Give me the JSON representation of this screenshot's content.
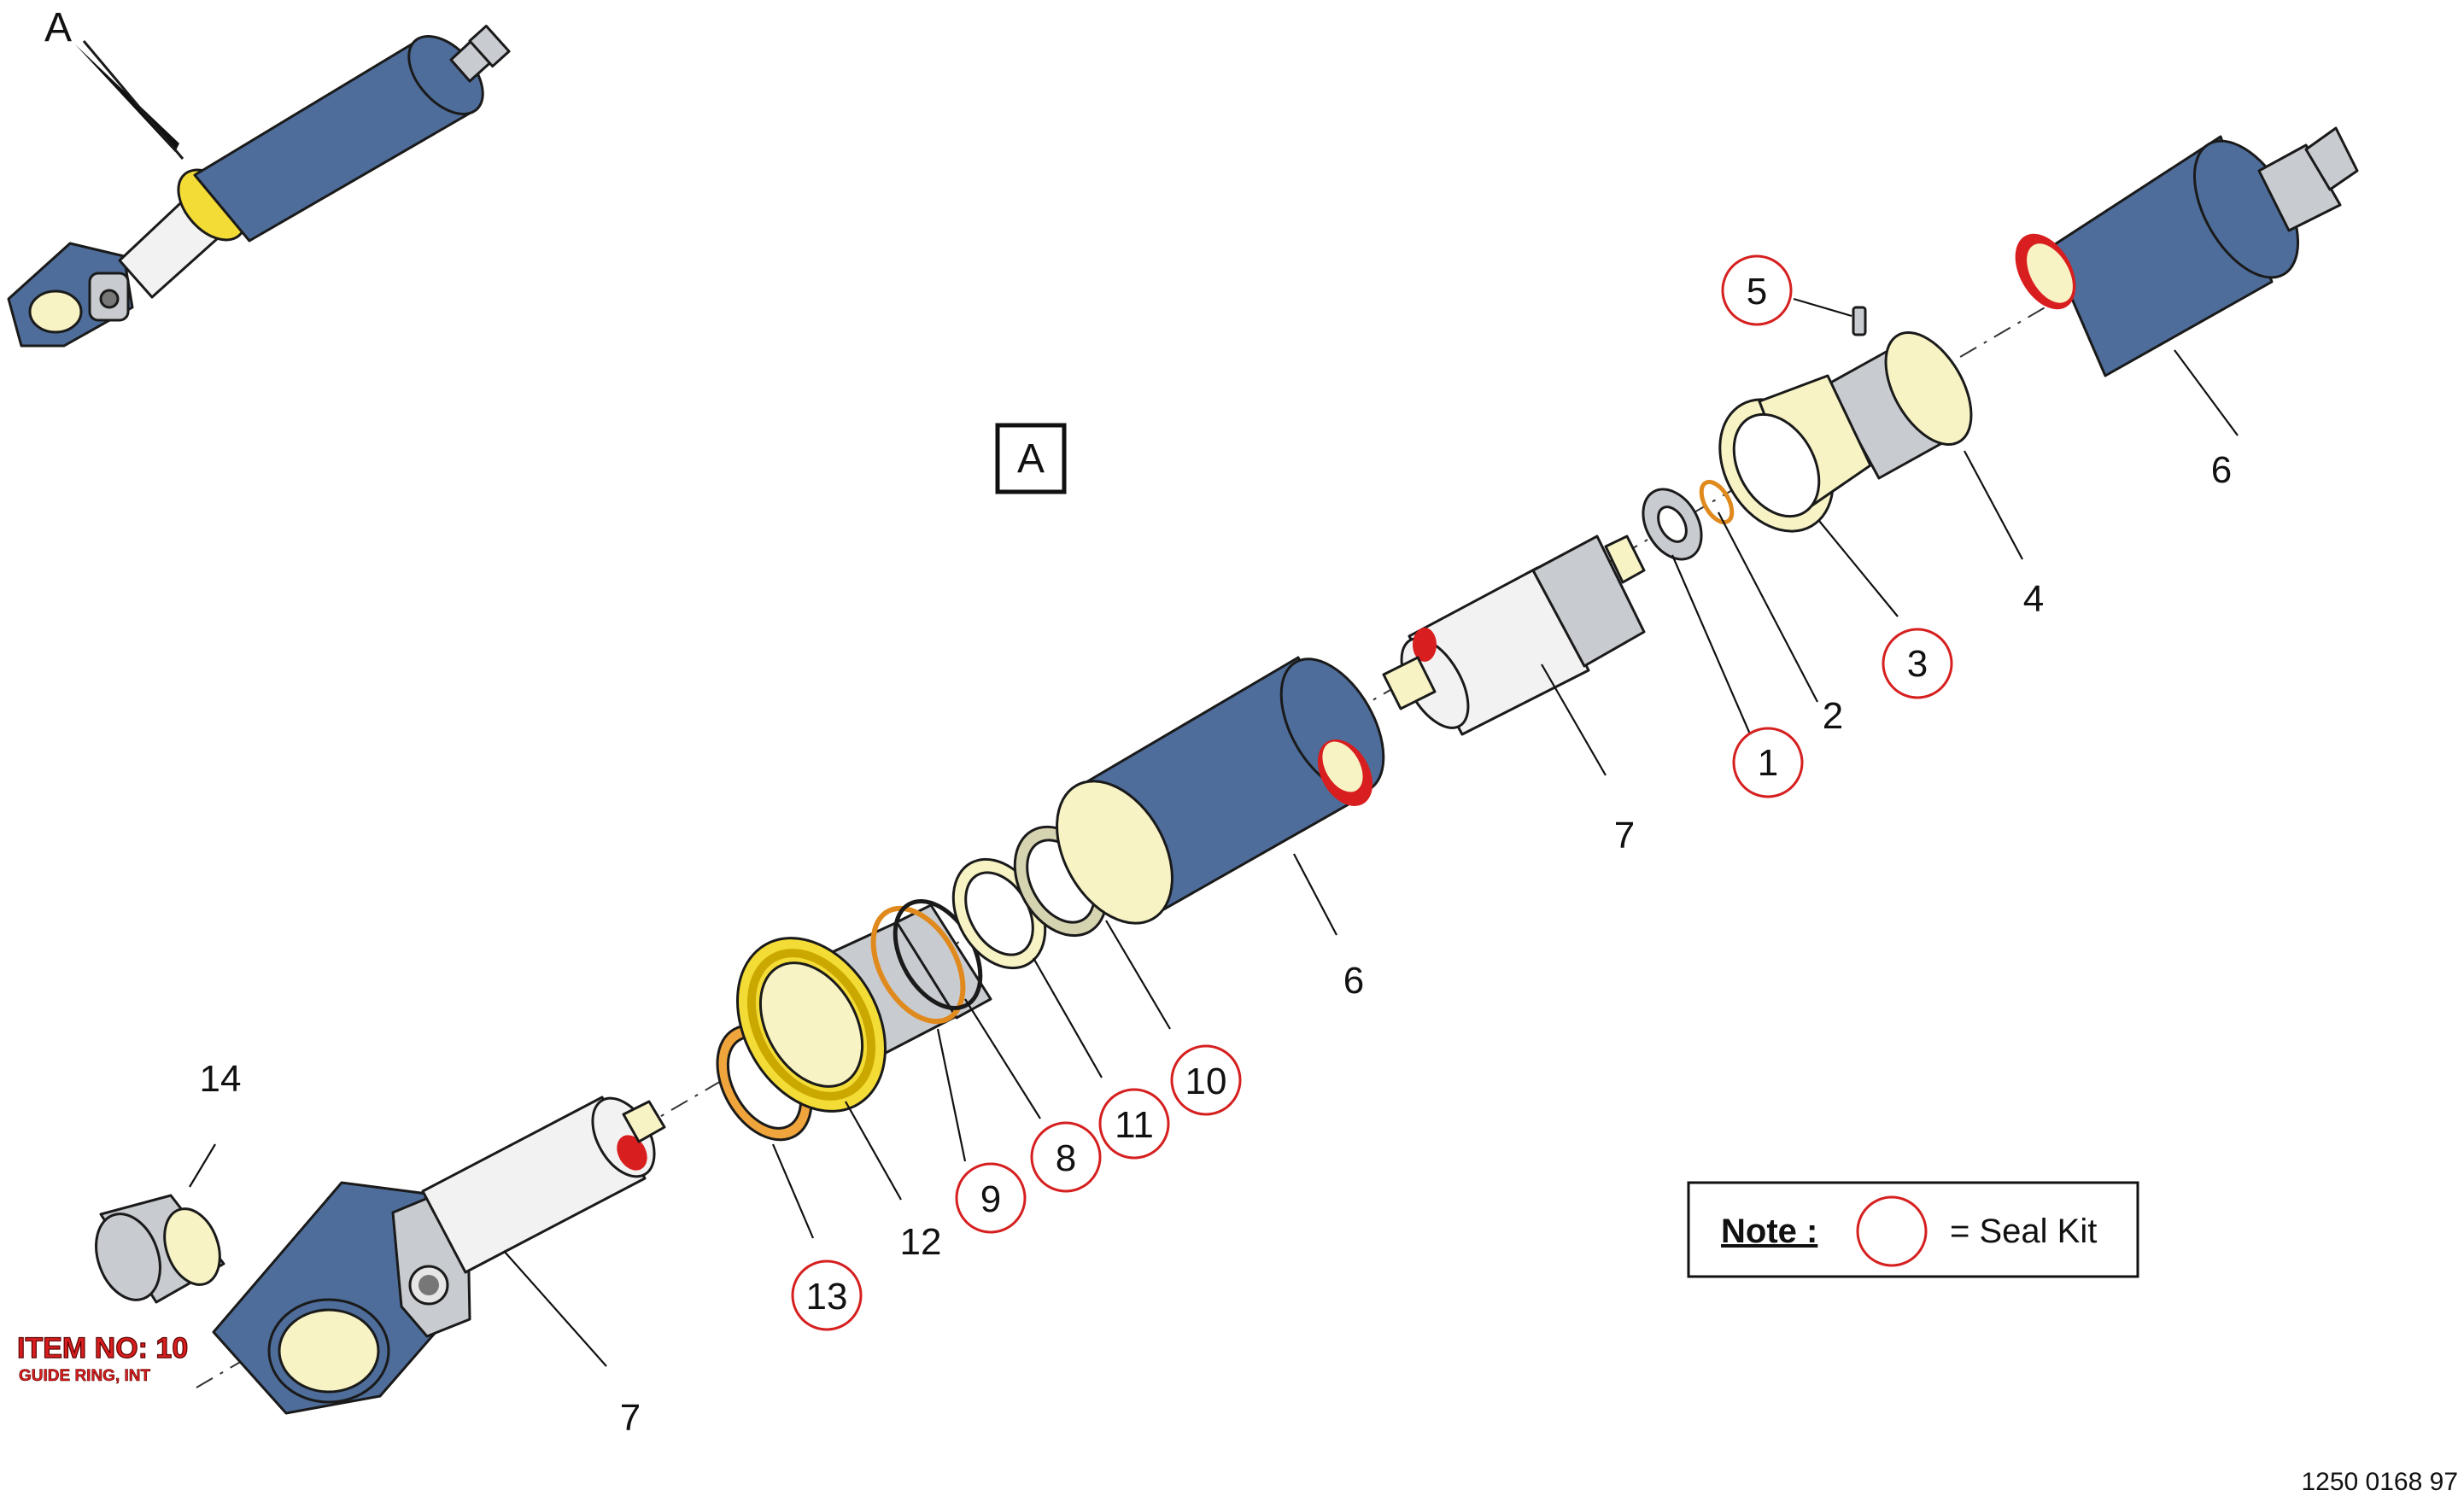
{
  "view_label": "A",
  "view_box_label": "A",
  "callouts": {
    "c1": "1",
    "c2": "2",
    "c3": "3",
    "c4": "4",
    "c5": "5",
    "c6_upper": "6",
    "c6_lower": "6",
    "c7_upper": "7",
    "c7_lower": "7",
    "c8": "8",
    "c9": "9",
    "c10": "10",
    "c11": "11",
    "c12": "12",
    "c13": "13",
    "c14": "14"
  },
  "seal_kit_items": [
    "1",
    "3",
    "5",
    "8",
    "9",
    "10",
    "11",
    "13"
  ],
  "note": {
    "title": "Note :",
    "text": "= Seal Kit"
  },
  "item_tag": {
    "title": "ITEM NO: 10",
    "subtitle": "GUIDE RING, INT"
  },
  "doc_number": "1250 0168 97",
  "colors": {
    "cylinder_blue": "#4e6d9a",
    "seal_red": "#d81e1e",
    "bushing_yellow": "#f4dc36",
    "ring_orange": "#f0a53c",
    "rod_white": "#f2f2f2",
    "steel_grey": "#c8cbcf"
  }
}
